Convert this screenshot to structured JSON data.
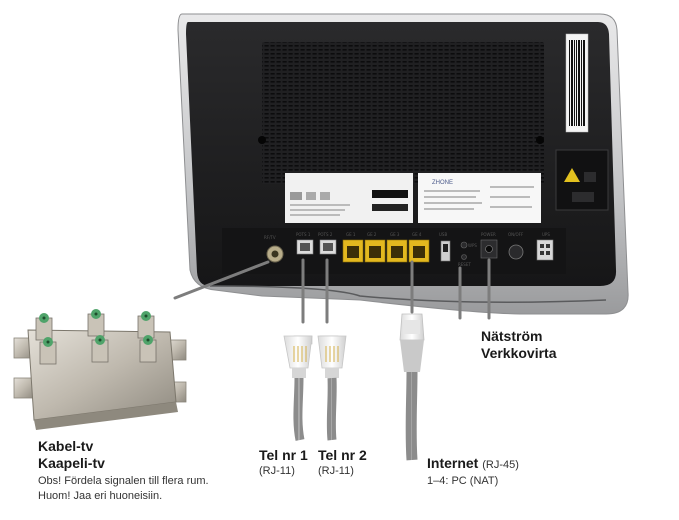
{
  "labels": {
    "kabel_title_sv": "Kabel-tv",
    "kabel_title_fi": "Kaapeli-tv",
    "kabel_note_sv": "Obs! Fördela signalen till flera rum.",
    "kabel_note_fi": "Huom! Jaa eri huoneisiin.",
    "tel1_title": "Tel nr 1",
    "tel1_sub": "(RJ-11)",
    "tel2_title": "Tel nr 2",
    "tel2_sub": "(RJ-11)",
    "internet_title": "Internet",
    "internet_sub": "(RJ-45)",
    "internet_note": "1–4: PC (NAT)",
    "power_sv": "Nätström",
    "power_fi": "Verkkovirta"
  },
  "router_ports": {
    "rf": "RF/TV",
    "pots1": "POTS 1",
    "pots2": "POTS 2",
    "ge1": "GE 1",
    "ge2": "GE 2",
    "ge3": "GE 3",
    "ge4": "GE 4",
    "usb": "USB",
    "wps": "WPS",
    "reset": "RESET",
    "power": "POWER",
    "onoff": "ON/OFF",
    "ups": "UPS"
  },
  "router_brand": "ZHONE",
  "colors": {
    "router_body": "#1b1b1d",
    "router_frame": "#c9cacc",
    "ethernet_port": "#e3b81f",
    "splitter_metal": "#c8c4bc",
    "splitter_green": "#4fa36a",
    "cable_gray": "#a9a9a9",
    "pointer_line": "#7d7d7d"
  }
}
